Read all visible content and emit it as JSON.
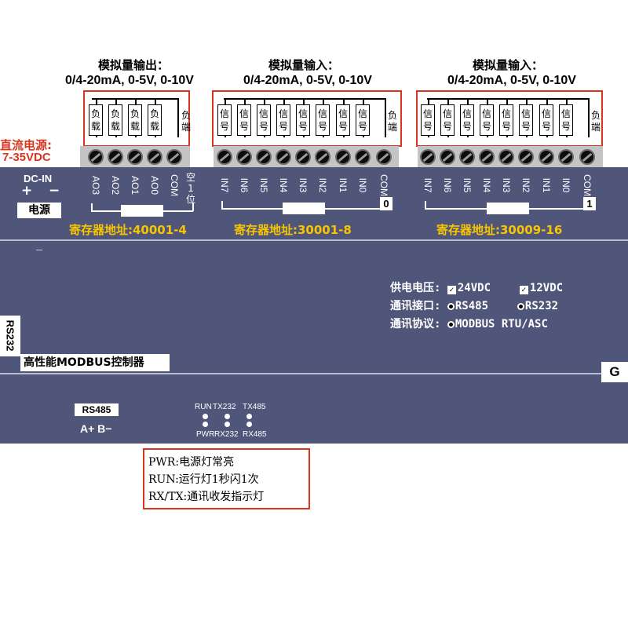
{
  "headers": {
    "ao": {
      "title": "模拟量输出：",
      "range": "0/4-20mA, 0-5V, 0-10V"
    },
    "ai1": {
      "title": "模拟量输入：",
      "range": "0/4-20mA, 0-5V, 0-10V"
    },
    "ai2": {
      "title": "模拟量输入：",
      "range": "0/4-20mA, 0-5V, 0-10V"
    }
  },
  "loads": {
    "ao": [
      "负载",
      "负载",
      "负载",
      "负载"
    ],
    "ai1": [
      "信号",
      "信号",
      "信号",
      "信号",
      "信号",
      "信号",
      "信号",
      "信号"
    ],
    "ai2": [
      "信号",
      "信号",
      "信号",
      "信号",
      "信号",
      "信号",
      "信号",
      "信号"
    ],
    "neg_end": "负端"
  },
  "power": {
    "label1": "直流电源:",
    "label2": "7-35VDC",
    "dcin": "DC-IN",
    "plus": "+",
    "minus": "−",
    "name": "电源"
  },
  "terminals": {
    "ao": [
      "AO3",
      "AO2",
      "AO1",
      "AO0",
      "COM"
    ],
    "ao_empty": "空1位",
    "ai1": [
      "IN7",
      "IN6",
      "IN5",
      "IN4",
      "IN3",
      "IN2",
      "IN1",
      "IN0",
      "COM"
    ],
    "ai2": [
      "IN7",
      "IN6",
      "IN5",
      "IN4",
      "IN3",
      "IN2",
      "IN1",
      "IN0",
      "COM"
    ],
    "group0": "0",
    "group1": "1"
  },
  "registers": {
    "ao": "寄存器地址:40001-4",
    "ai1": "寄存器地址:30001-8",
    "ai2": "寄存器地址:30009-16"
  },
  "specs": {
    "supply_label": "供电电压:",
    "supply_24": "24VDC",
    "supply_12": "12VDC",
    "comm_label": "通讯接口:",
    "comm_485": "RS485",
    "comm_232": "RS232",
    "proto_label": "通讯协议:",
    "proto": "MODBUS RTU/ASC"
  },
  "side": {
    "rs232": "RS232",
    "g": "G"
  },
  "product": "高性能MODBUS控制器",
  "rs485": {
    "label": "RS485",
    "pins": "A+ B−"
  },
  "leds": {
    "top": [
      "RUN",
      "TX232",
      "TX485"
    ],
    "bottom": [
      "PWR",
      "RX232",
      "RX485"
    ]
  },
  "legend": {
    "pwr": "PWR:电源灯常亮",
    "run": "RUN:运行灯1秒闪1次",
    "rxtx": "RX/TX:通讯收发指示灯"
  },
  "colors": {
    "panel": "#50567a",
    "accent_red": "#d9361f",
    "register_yellow": "#f7c600"
  }
}
